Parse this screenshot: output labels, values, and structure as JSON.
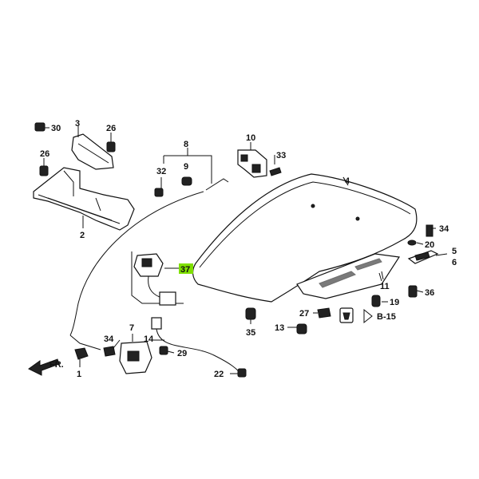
{
  "diagram": {
    "labels": {
      "l1": "1",
      "l2": "2",
      "l3": "3",
      "l4": "4",
      "l5": "5",
      "l6": "6",
      "l7": "7",
      "l8": "8",
      "l10": "10",
      "l11": "11",
      "l13": "13",
      "l14": "14",
      "l19": "19",
      "l20": "20",
      "l22": "22",
      "l26a": "26",
      "l26b": "26",
      "l27": "27",
      "l29": "29",
      "l30": "30",
      "l32": "32",
      "l33": "33",
      "l34a": "34",
      "l34b": "34",
      "l35": "35",
      "l36": "36",
      "l37": "37",
      "l9": "9"
    },
    "ref_label": "B-15",
    "front_label": "FR."
  },
  "colors": {
    "highlight": "#7fe000",
    "ink": "#111111"
  }
}
